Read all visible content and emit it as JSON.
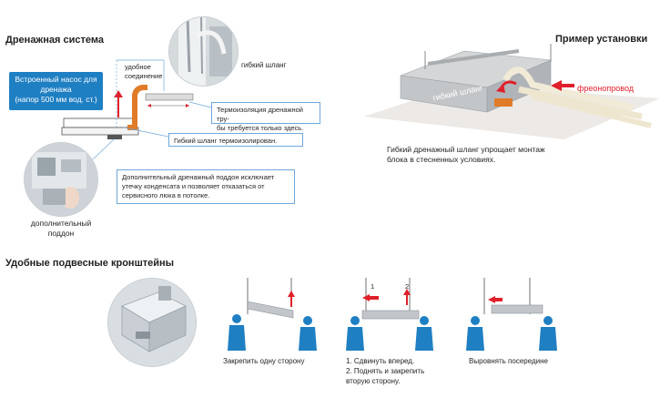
{
  "drainage": {
    "title": "Дренажная система",
    "pump_line1": "Встроенный насос для",
    "pump_line2": "дренажа",
    "pump_line3": "(напор 500 мм вод. ст.)",
    "connection_line1": "удобное",
    "connection_line2": "соединение",
    "flexible_hose": "гибкий шланг",
    "insulation_note_line1": "Термоизоляция дренажной тру-",
    "insulation_note_line2": "бы требуется только здесь.",
    "hose_insulated": "Гибкий шланг термоизолирован.",
    "tray_note_line1": "Дополнительный дренажный поддон исключает",
    "tray_note_line2": "утечку конденсата и позволяет отказаться от",
    "tray_note_line3": "сервисного люка в потолке.",
    "tray_label_line1": "дополнительный",
    "tray_label_line2": "поддон"
  },
  "install": {
    "title": "Пример установки",
    "hose_label": "гибкий шланг",
    "freon_label": "фреонопровод",
    "caption_line1": "Гибкий дренажный шланг упрощает монтаж",
    "caption_line2": "блока в стесненных условиях."
  },
  "brackets": {
    "title": "Удобные подвесные кронштейны",
    "step1": "Закрепить одну сторону",
    "step2_line1": "1. Сдвинуть вперед.",
    "step2_line2": "2. Поднять и закрепить",
    "step2_line3": "вторую сторону.",
    "step3": "Выровнять посередине",
    "marker_1": "1",
    "marker_2": "2"
  },
  "colors": {
    "accent_blue": "#1f7fc3",
    "arrow_red": "#e0202a",
    "hose_orange": "#e07b2a",
    "note_border": "#6fa8dc"
  }
}
